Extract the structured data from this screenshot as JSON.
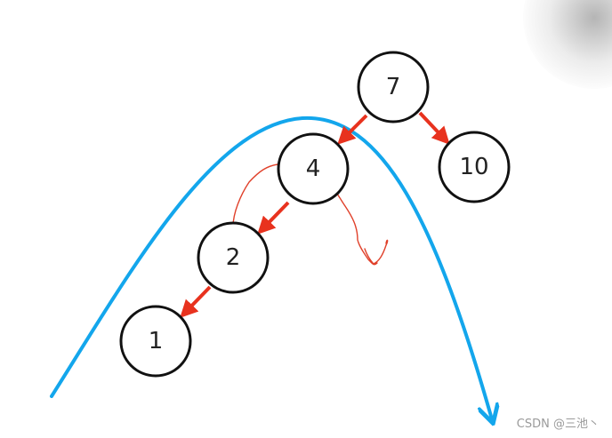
{
  "colors": {
    "node_stroke": "#111111",
    "node_fill": "#ffffff",
    "edge": "#e8321e",
    "curve": "#13a6ec",
    "scribble": "#e0402a",
    "watermark": "#9a9a9a"
  },
  "tree": {
    "nodes": [
      {
        "id": "n7",
        "label": "7"
      },
      {
        "id": "n4",
        "label": "4"
      },
      {
        "id": "n10",
        "label": "10"
      },
      {
        "id": "n2",
        "label": "2"
      },
      {
        "id": "n1",
        "label": "1"
      }
    ],
    "edges": [
      {
        "from": "7",
        "to": "4"
      },
      {
        "from": "7",
        "to": "10"
      },
      {
        "from": "4",
        "to": "2"
      },
      {
        "from": "2",
        "to": "1"
      }
    ]
  },
  "watermark": {
    "text": "CSDN @三池丶"
  }
}
